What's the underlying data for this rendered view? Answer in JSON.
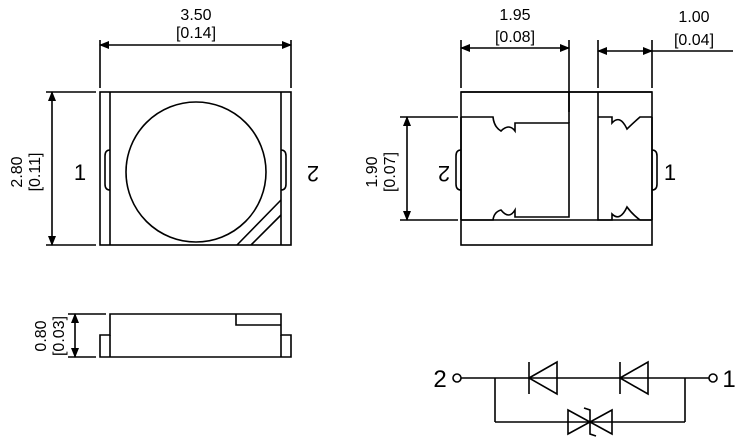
{
  "top_view": {
    "width_mm": "3.50",
    "width_in": "[0.14]",
    "height_mm": "2.80",
    "height_in": "[0.11]",
    "pin_left": "1",
    "pin_right": "2"
  },
  "bottom_view": {
    "pad_width_mm": "1.95",
    "pad_width_in": "[0.08]",
    "small_pad_width_mm": "1.00",
    "small_pad_width_in": "[0.04]",
    "pad_height_mm": "1.90",
    "pad_height_in": "[0.07]",
    "pin_left": "2",
    "pin_right": "1"
  },
  "side_view": {
    "thickness_mm": "0.80",
    "thickness_in": "[0.03]"
  },
  "schematic": {
    "terminal_left": "2",
    "terminal_right": "1",
    "components": [
      "led-diode",
      "led-diode",
      "zener-diode"
    ]
  }
}
